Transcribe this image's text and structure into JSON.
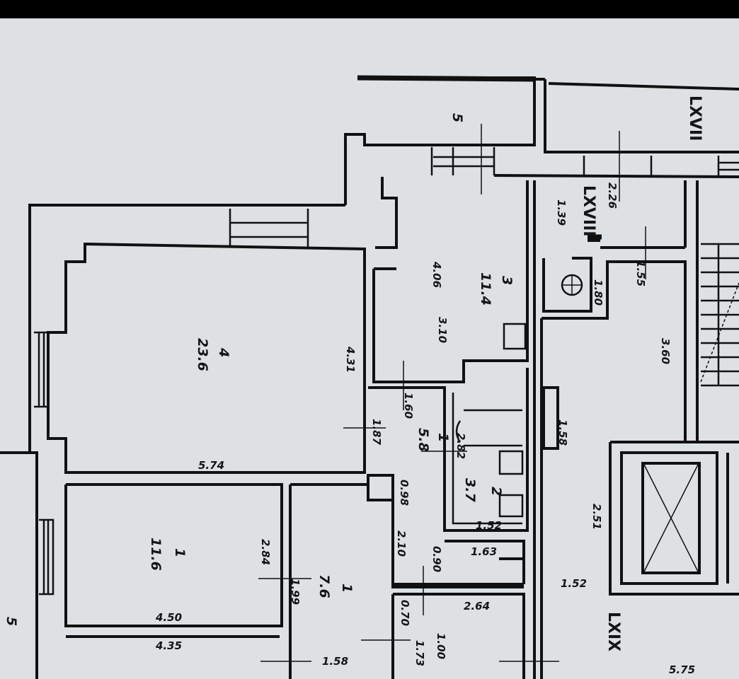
{
  "labels": {
    "balcony_top": "5",
    "balcony_left": "5",
    "section_67": "LXVII",
    "section_68": "LXVIII",
    "section_69": "LXIX",
    "room_kitchen_num": "3",
    "room_kitchen_area": "11.4",
    "room_living_num": "4",
    "room_living_area": "23.6",
    "room_hall_num": "1",
    "room_hall_area": "5.8",
    "room_bath_num": "2",
    "room_bath_area": "3.7",
    "room_bed_num": "1",
    "room_bed_area": "11.6",
    "room_small_num": "1",
    "room_small_area": "7.6",
    "d_226": "2.26",
    "d_139": "1.39",
    "d_406": "4.06",
    "d_310": "3.10",
    "d_180": "1.80",
    "d_155": "1.55",
    "d_360": "3.60",
    "d_431": "4.31",
    "d_574": "5.74",
    "d_160": "1.60",
    "d_187": "1.87",
    "d_282": "2.82",
    "d_152a": "1.52",
    "d_098": "0.98",
    "d_210": "2.10",
    "d_163": "1.63",
    "d_090": "0.90",
    "d_158": "1.58",
    "d_251": "2.51",
    "d_152b": "1.52",
    "d_575": "5.75",
    "d_284": "2.84",
    "d_199": "1.99",
    "d_450": "4.50",
    "d_435": "4.35",
    "d_264": "2.64",
    "d_070": "0.70",
    "d_100": "1.00",
    "d_173": "1.73",
    "d_158b": "1.58"
  }
}
